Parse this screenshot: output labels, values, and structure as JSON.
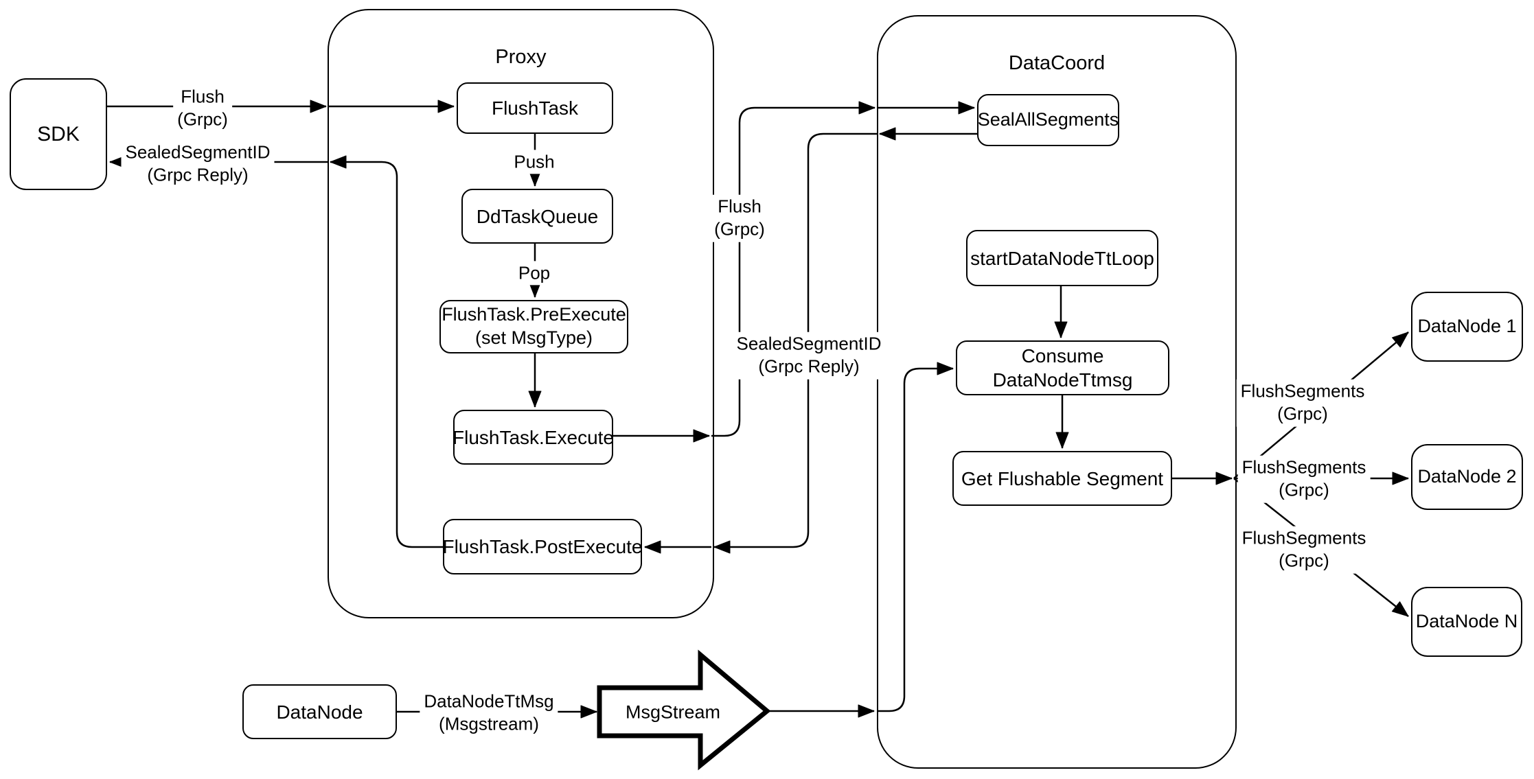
{
  "diagram": {
    "containers": {
      "proxy": "Proxy",
      "datacoord": "DataCoord"
    },
    "nodes": {
      "sdk": "SDK",
      "flush_task": "FlushTask",
      "dd_task_queue": "DdTaskQueue",
      "pre_execute_l1": "FlushTask.PreExecute",
      "pre_execute_l2": "(set MsgType)",
      "execute": "FlushTask.Execute",
      "post_execute": "FlushTask.PostExecute",
      "seal_all_segments": "SealAllSegments",
      "start_datanode_tt_loop": "startDataNodeTtLoop",
      "consume_datanode_ttmsg": "Consume DataNodeTtmsg",
      "get_flushable_segment": "Get Flushable Segment",
      "datanode_1": "DataNode 1",
      "datanode_2": "DataNode 2",
      "datanode_n": "DataNode N",
      "datanode": "DataNode",
      "msgstream": "MsgStream"
    },
    "edge_labels": {
      "flush_sdk_l1": "Flush",
      "flush_sdk_l2": "(Grpc)",
      "reply_sdk_l1": "SealedSegmentID",
      "reply_sdk_l2": "(Grpc Reply)",
      "push": "Push",
      "pop": "Pop",
      "flush_mid_l1": "Flush",
      "flush_mid_l2": "(Grpc)",
      "reply_mid_l1": "SealedSegmentID",
      "reply_mid_l2": "(Grpc Reply)",
      "flush_segments_1_l1": "FlushSegments",
      "flush_segments_1_l2": "(Grpc)",
      "flush_segments_2_l1": "FlushSegments",
      "flush_segments_2_l2": "(Grpc)",
      "flush_segments_3_l1": "FlushSegments",
      "flush_segments_3_l2": "(Grpc)",
      "datanode_tt_msg_l1": "DataNodeTtMsg",
      "datanode_tt_msg_l2": "(Msgstream)"
    },
    "colors": {
      "line": "#000000",
      "background": "#ffffff"
    }
  }
}
